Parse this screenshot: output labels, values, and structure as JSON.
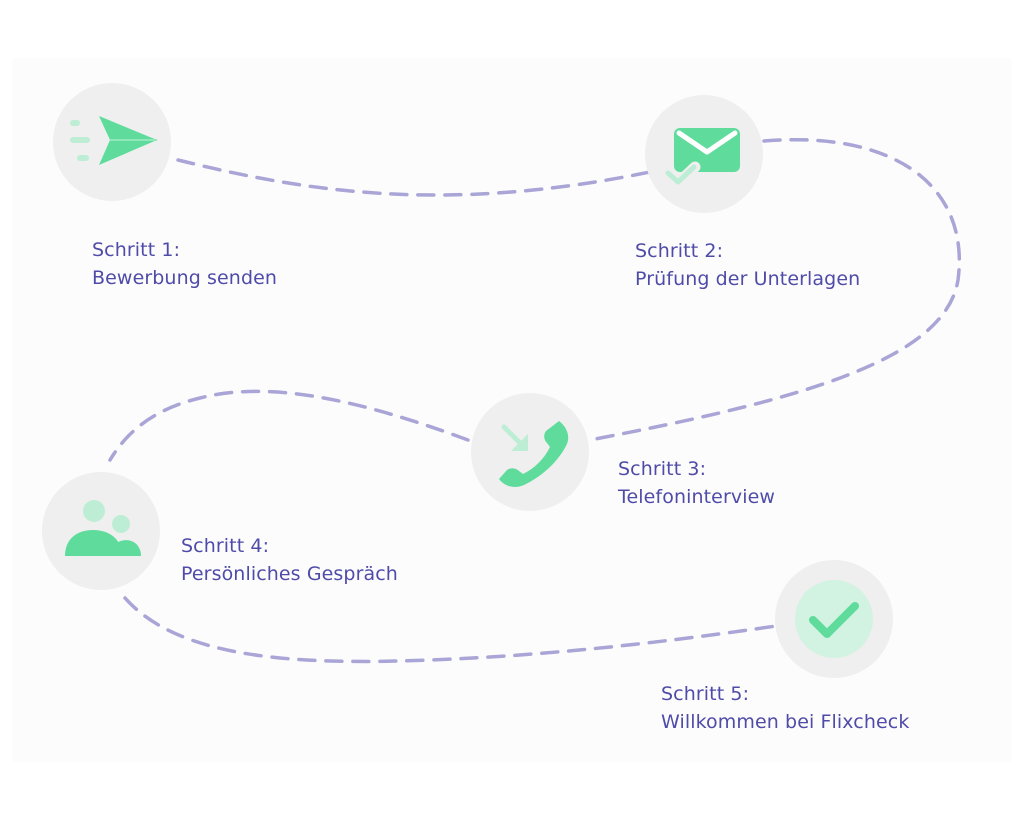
{
  "steps": [
    {
      "step": "Schritt 1:",
      "title": "Bewerbung senden",
      "icon": "paper-plane-icon"
    },
    {
      "step": "Schritt 2:",
      "title": "Prüfung der Unterlagen",
      "icon": "envelope-check-icon"
    },
    {
      "step": "Schritt 3:",
      "title": "Telefoninterview",
      "icon": "phone-incoming-icon"
    },
    {
      "step": "Schritt 4:",
      "title": "Persönliches Gespräch",
      "icon": "people-icon"
    },
    {
      "step": "Schritt 5:",
      "title": "Willkommen bei Flixcheck",
      "icon": "checkmark-icon"
    }
  ],
  "colors": {
    "text": "#4f4ba8",
    "path": "#a9a5d6",
    "icon": "#5fdc9c",
    "icon_light": "#bdeed5",
    "circle": "#efefef",
    "circle_done": "#d2f2e2"
  }
}
